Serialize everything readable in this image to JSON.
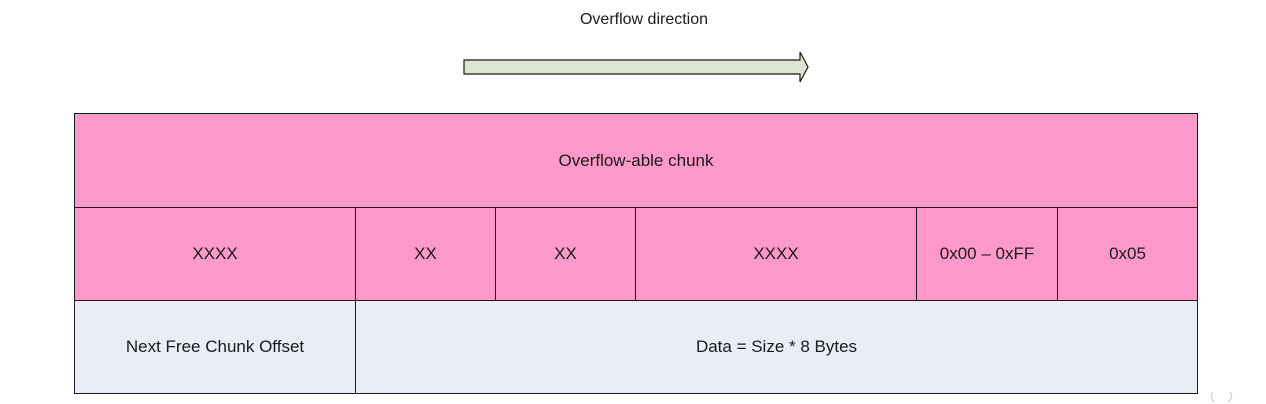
{
  "direction": {
    "label": "Overflow direction"
  },
  "chunk": {
    "title": "Overflow-able chunk",
    "fields": [
      "XXXX",
      "XX",
      "XX",
      "XXXX",
      "0x00 – 0xFF",
      "0x05"
    ],
    "next_free_offset_label": "Next Free Chunk Offset",
    "data_label": "Data = Size * 8 Bytes"
  },
  "colors": {
    "chunk_fill": "#ff99cc",
    "meta_fill": "#e8edf7",
    "arrow_fill": "#dde4cf",
    "line": "#1a1a1a"
  }
}
